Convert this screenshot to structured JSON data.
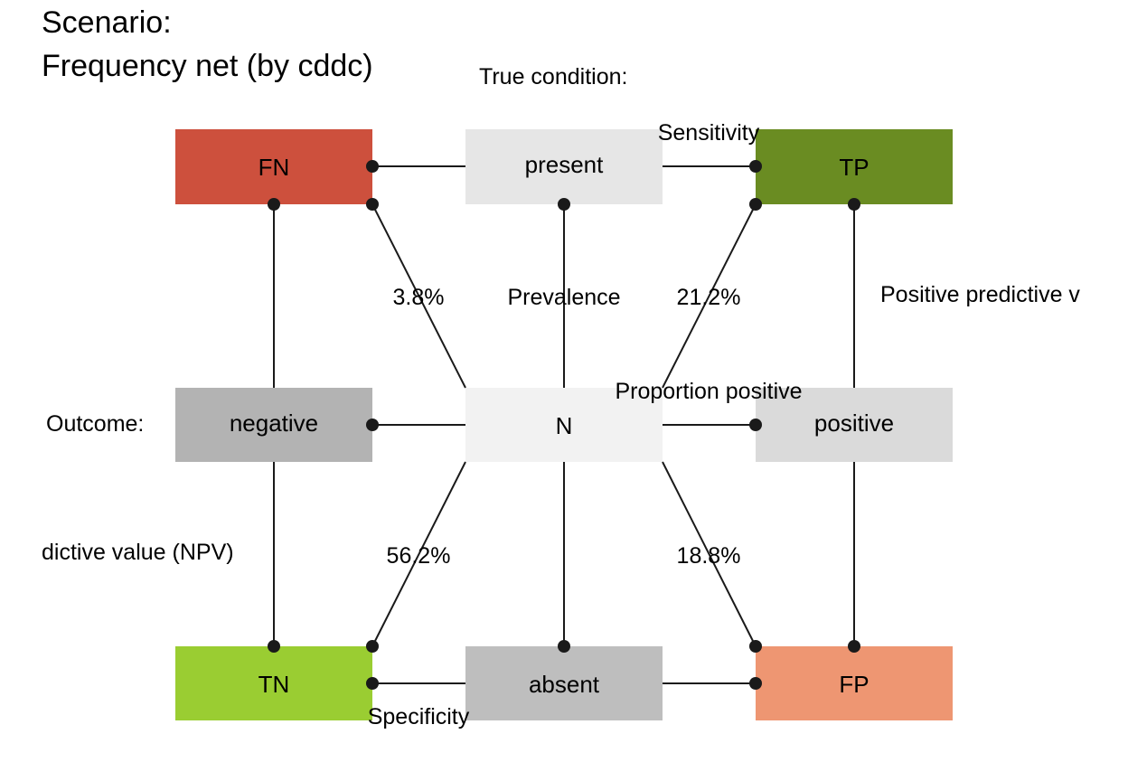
{
  "title": {
    "line1": "Scenario:",
    "line2": "Frequency net (by cddc)"
  },
  "header_labels": {
    "true_condition": "True condition:",
    "outcome": "Outcome:"
  },
  "boxes": {
    "fn": {
      "label": "FN",
      "color": "#CD503D"
    },
    "present": {
      "label": "present",
      "color": "#E6E6E6"
    },
    "tp": {
      "label": "TP",
      "color": "#6A8C22"
    },
    "negative": {
      "label": "negative",
      "color": "#B3B3B3"
    },
    "n": {
      "label": "N",
      "color": "#F2F2F2"
    },
    "positive": {
      "label": "positive",
      "color": "#DADADA"
    },
    "tn": {
      "label": "TN",
      "color": "#9ACD32"
    },
    "absent": {
      "label": "absent",
      "color": "#BEBEBE"
    },
    "fp": {
      "label": "FP",
      "color": "#EE9672"
    }
  },
  "edge_labels": {
    "sensitivity": "Sensitivity",
    "prevalence": "Prevalence",
    "ppv": "Positive predictive v",
    "proportion_positive": "Proportion positive",
    "npv": "dictive value (NPV)",
    "specificity": "Specificity",
    "pct_fn": "3.8%",
    "pct_tp": "21.2%",
    "pct_tn": "56.2%",
    "pct_fp": "18.8%"
  }
}
